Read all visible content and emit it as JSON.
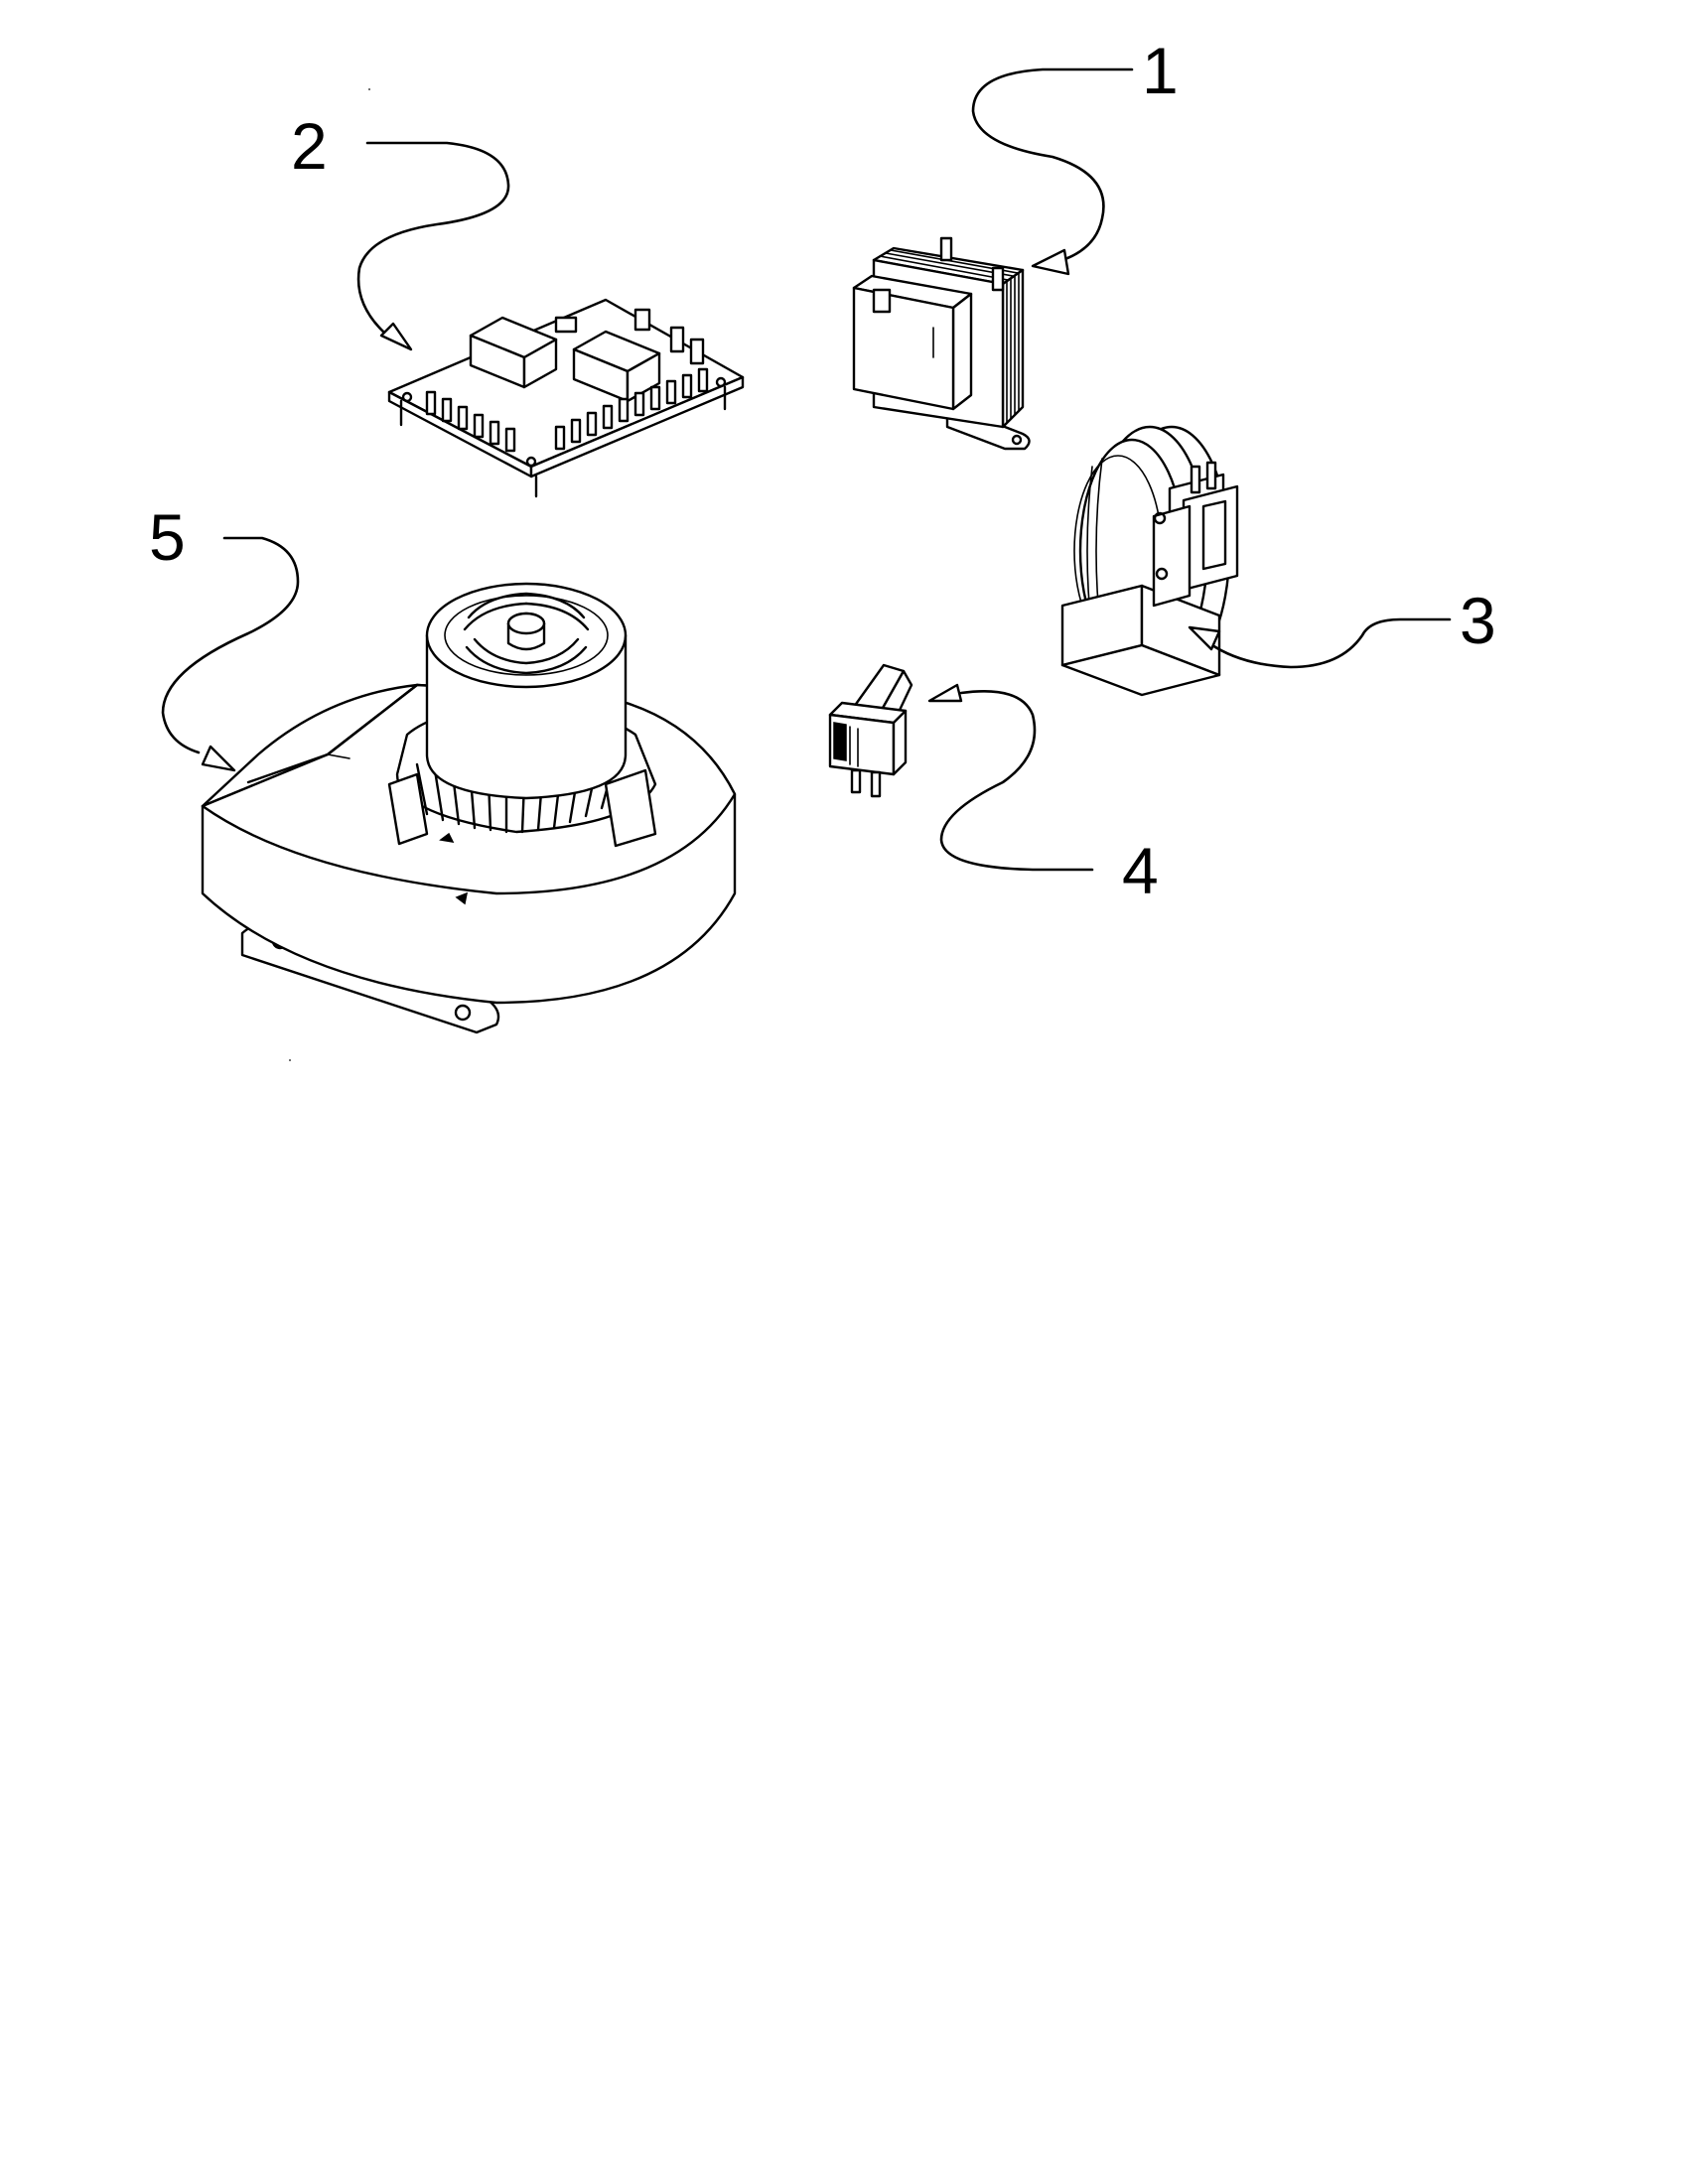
{
  "callouts": [
    {
      "id": "1",
      "label": "1"
    },
    {
      "id": "2",
      "label": "2"
    },
    {
      "id": "3",
      "label": "3"
    },
    {
      "id": "4",
      "label": "4"
    },
    {
      "id": "5",
      "label": "5"
    }
  ],
  "parts": [
    {
      "callout": "1",
      "icon": "transformer-icon"
    },
    {
      "callout": "2",
      "icon": "control-board-icon"
    },
    {
      "callout": "3",
      "icon": "pressure-switch-icon"
    },
    {
      "callout": "4",
      "icon": "rocker-switch-icon"
    },
    {
      "callout": "5",
      "icon": "inducer-blower-icon"
    }
  ]
}
